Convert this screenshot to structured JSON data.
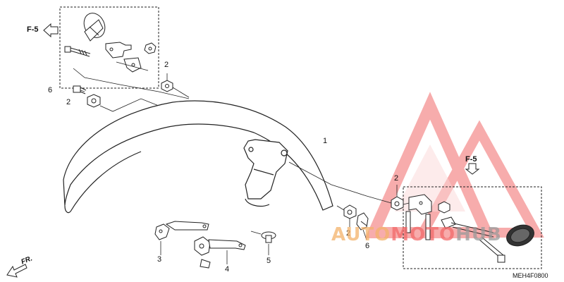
{
  "diagram": {
    "callouts": [
      {
        "id": "c-1a",
        "text": "1"
      },
      {
        "id": "c-2a",
        "text": "2"
      },
      {
        "id": "c-2b",
        "text": "2"
      },
      {
        "id": "c-6a",
        "text": "6"
      },
      {
        "id": "c-2c",
        "text": "2"
      },
      {
        "id": "c-2d",
        "text": "2"
      },
      {
        "id": "c-6b",
        "text": "6"
      },
      {
        "id": "c-3",
        "text": "3"
      },
      {
        "id": "c-4",
        "text": "4"
      },
      {
        "id": "c-5",
        "text": "5"
      }
    ],
    "ref_top": "F-5",
    "ref_right": "F-5",
    "front_label": "FR.",
    "part_code": "MEH4F0800"
  },
  "watermark": {
    "text_auto": "AUTO",
    "text_moto": "MOTO",
    "text_hub": "HUB",
    "colors": {
      "primary": "#f26a6a",
      "light": "#f7b5b5",
      "hub": "#9a9a9a",
      "auto": "#f3b26a"
    }
  }
}
